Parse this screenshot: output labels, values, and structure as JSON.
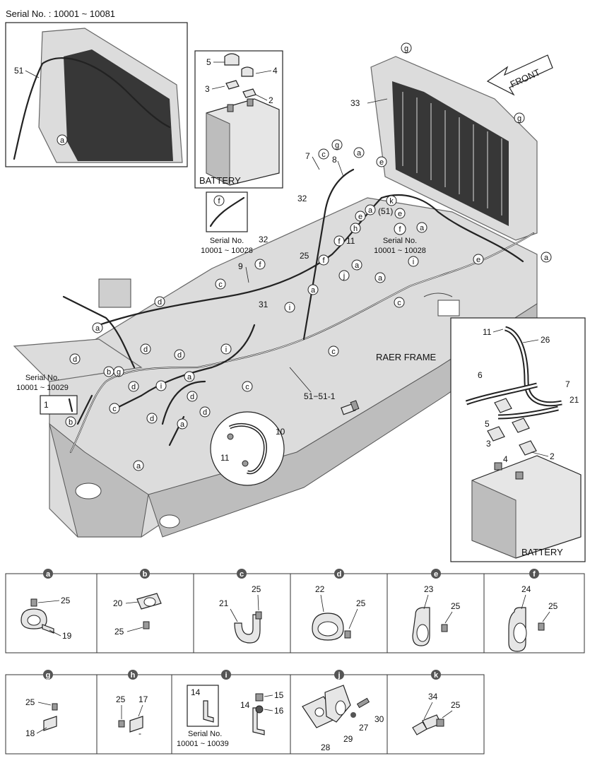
{
  "serial_top": "Serial No. : 10001 ~ 10081",
  "frame_label": "RAER FRAME",
  "front_label": "FRONT",
  "battery_label_top": "BATTERY",
  "battery_label_right": "BATTERY",
  "serial_f_left": "Serial No.",
  "serial_f_left_range": "10001 ~ 10028",
  "serial_f_right": "Serial No.",
  "serial_f_right_range": "10001 ~ 10028",
  "serial_left": "Serial No.",
  "serial_left_range": "10001 ~ 10029",
  "serial_i": "Serial No.",
  "serial_i_range": "10001 ~ 10039",
  "harness_label": "51−51-1",
  "clamp_letter_labels": [
    "a",
    "b",
    "c",
    "d",
    "e",
    "f",
    "g",
    "h",
    "i",
    "j",
    "k"
  ],
  "callout_numbers": [
    "1",
    "2",
    "3",
    "4",
    "5",
    "6",
    "7",
    "8",
    "9",
    "10",
    "11",
    "14",
    "15",
    "16",
    "17",
    "18",
    "19",
    "20",
    "21",
    "22",
    "23",
    "24",
    "25",
    "26",
    "27",
    "28",
    "29",
    "30",
    "31",
    "32",
    "33",
    "34",
    "51",
    "(51)"
  ],
  "clamp_details": [
    {
      "letter": "a",
      "parts": [
        "25",
        "19"
      ]
    },
    {
      "letter": "b",
      "parts": [
        "20",
        "25"
      ]
    },
    {
      "letter": "c",
      "parts": [
        "25",
        "21"
      ]
    },
    {
      "letter": "d",
      "parts": [
        "22",
        "25"
      ]
    },
    {
      "letter": "e",
      "parts": [
        "23",
        "25"
      ]
    },
    {
      "letter": "f",
      "parts": [
        "24",
        "25"
      ]
    },
    {
      "letter": "g",
      "parts": [
        "25",
        "18"
      ]
    },
    {
      "letter": "h",
      "parts": [
        "25",
        "17"
      ]
    },
    {
      "letter": "i",
      "parts": [
        "14",
        "15",
        "16",
        "14"
      ]
    },
    {
      "letter": "j",
      "parts": [
        "30",
        "27",
        "29",
        "28"
      ]
    },
    {
      "letter": "k",
      "parts": [
        "34",
        "25"
      ]
    }
  ],
  "colors": {
    "ink": "#111111",
    "frame_fill": "#dcdcdc",
    "panel_fill": "#ffffff",
    "header_fill": "#555555"
  },
  "icons": [
    "front-arrow-icon",
    "battery-icon",
    "clamp-icon",
    "bolt-icon",
    "bracket-icon",
    "cable-icon"
  ]
}
